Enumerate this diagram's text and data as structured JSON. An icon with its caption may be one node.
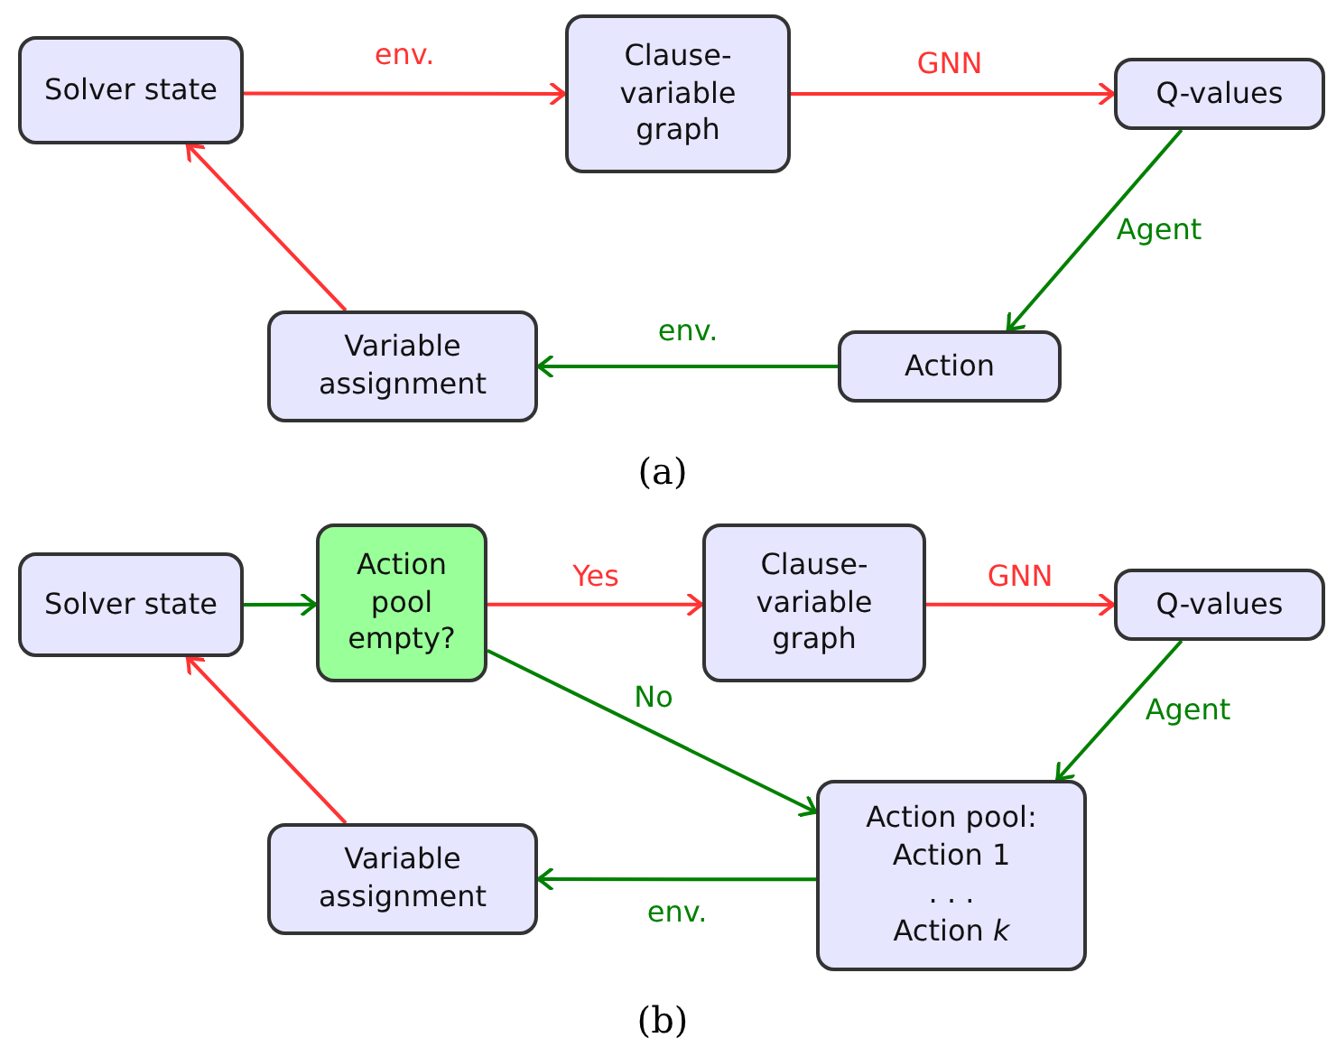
{
  "diagram": {
    "nodes": [
      {
        "text": [
          "Solver state"
        ]
      },
      {
        "text": [
          "Clause-variable graph"
        ]
      },
      {
        "text": [
          "Q-values"
        ]
      },
      {
        "text": [
          "Action"
        ]
      },
      {
        "text": [
          "Variable assignment"
        ]
      },
      {
        "text": [
          "Solver state"
        ]
      },
      {
        "text": [
          "Action pool empty?"
        ]
      },
      {
        "text": [
          "Clause-variable graph"
        ]
      },
      {
        "text": [
          "Q-values"
        ]
      },
      {
        "text": [
          "Action pool:",
          "Action 1",
          ". . .",
          "Action *k*"
        ]
      },
      {
        "text": [
          "Variable assignment"
        ]
      }
    ],
    "edges": [
      {
        "from": 0,
        "to": 1,
        "arrow": "to",
        "label": "env.",
        "color": "#ff3333"
      },
      {
        "from": 1,
        "to": 2,
        "arrow": "to",
        "label": "GNN",
        "color": "#ff3333"
      },
      {
        "from": 2,
        "to": 3,
        "arrow": "to",
        "label": "Agent",
        "color": "#008000"
      },
      {
        "from": 3,
        "to": 4,
        "arrow": "to",
        "label": "env.",
        "color": "#008000"
      },
      {
        "from": 4,
        "to": 0,
        "arrow": "to",
        "color": "#ff3333"
      },
      {
        "from": 5,
        "to": 6,
        "arrow": "to",
        "color": "#008000"
      },
      {
        "from": 6,
        "to": 7,
        "arrow": "to",
        "label": "Yes",
        "color": "#ff3333"
      },
      {
        "from": 7,
        "to": 8,
        "arrow": "to",
        "label": "GNN",
        "color": "#ff3333"
      },
      {
        "from": 6,
        "to": 9,
        "arrow": "to",
        "label": "No",
        "color": "#008000"
      },
      {
        "from": 8,
        "to": 9,
        "arrow": "to",
        "label": "Agent",
        "color": "#008000"
      },
      {
        "from": 9,
        "to": 10,
        "arrow": "to",
        "label": "env.",
        "color": "#008000"
      },
      {
        "from": 10,
        "to": 5,
        "arrow": "to",
        "color": "#ff3333"
      }
    ],
    "labels": [
      "(a)",
      "(b)"
    ]
  }
}
